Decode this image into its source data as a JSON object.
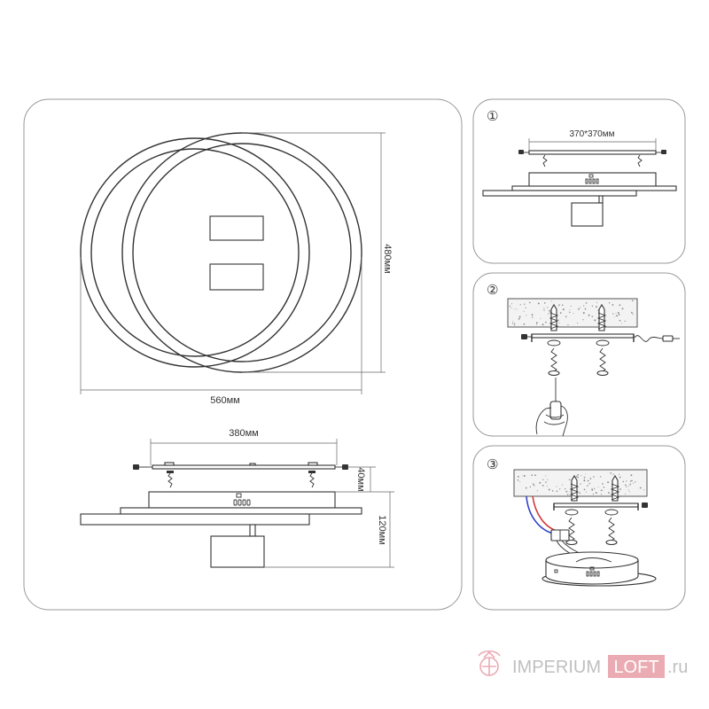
{
  "dimensions": {
    "top_width": "560мм",
    "top_height": "480мм",
    "bracket_width": "380мм",
    "canopy_height": "40мм",
    "total_height": "120мм"
  },
  "steps": [
    {
      "number": "①",
      "dimension": "370*370мм"
    },
    {
      "number": "②"
    },
    {
      "number": "③"
    }
  ],
  "watermark": {
    "part1": "IMPERIUM",
    "part2": "LOFT",
    "part3": ".ru"
  },
  "colors": {
    "line": "#333333",
    "dimension": "#666666",
    "panel_border": "#9a9a9a",
    "wire_blue": "#3346c8",
    "wire_red": "#d23c3c",
    "logo_pink": "#e8a3ab",
    "logo_gray": "#b9b9b9"
  }
}
